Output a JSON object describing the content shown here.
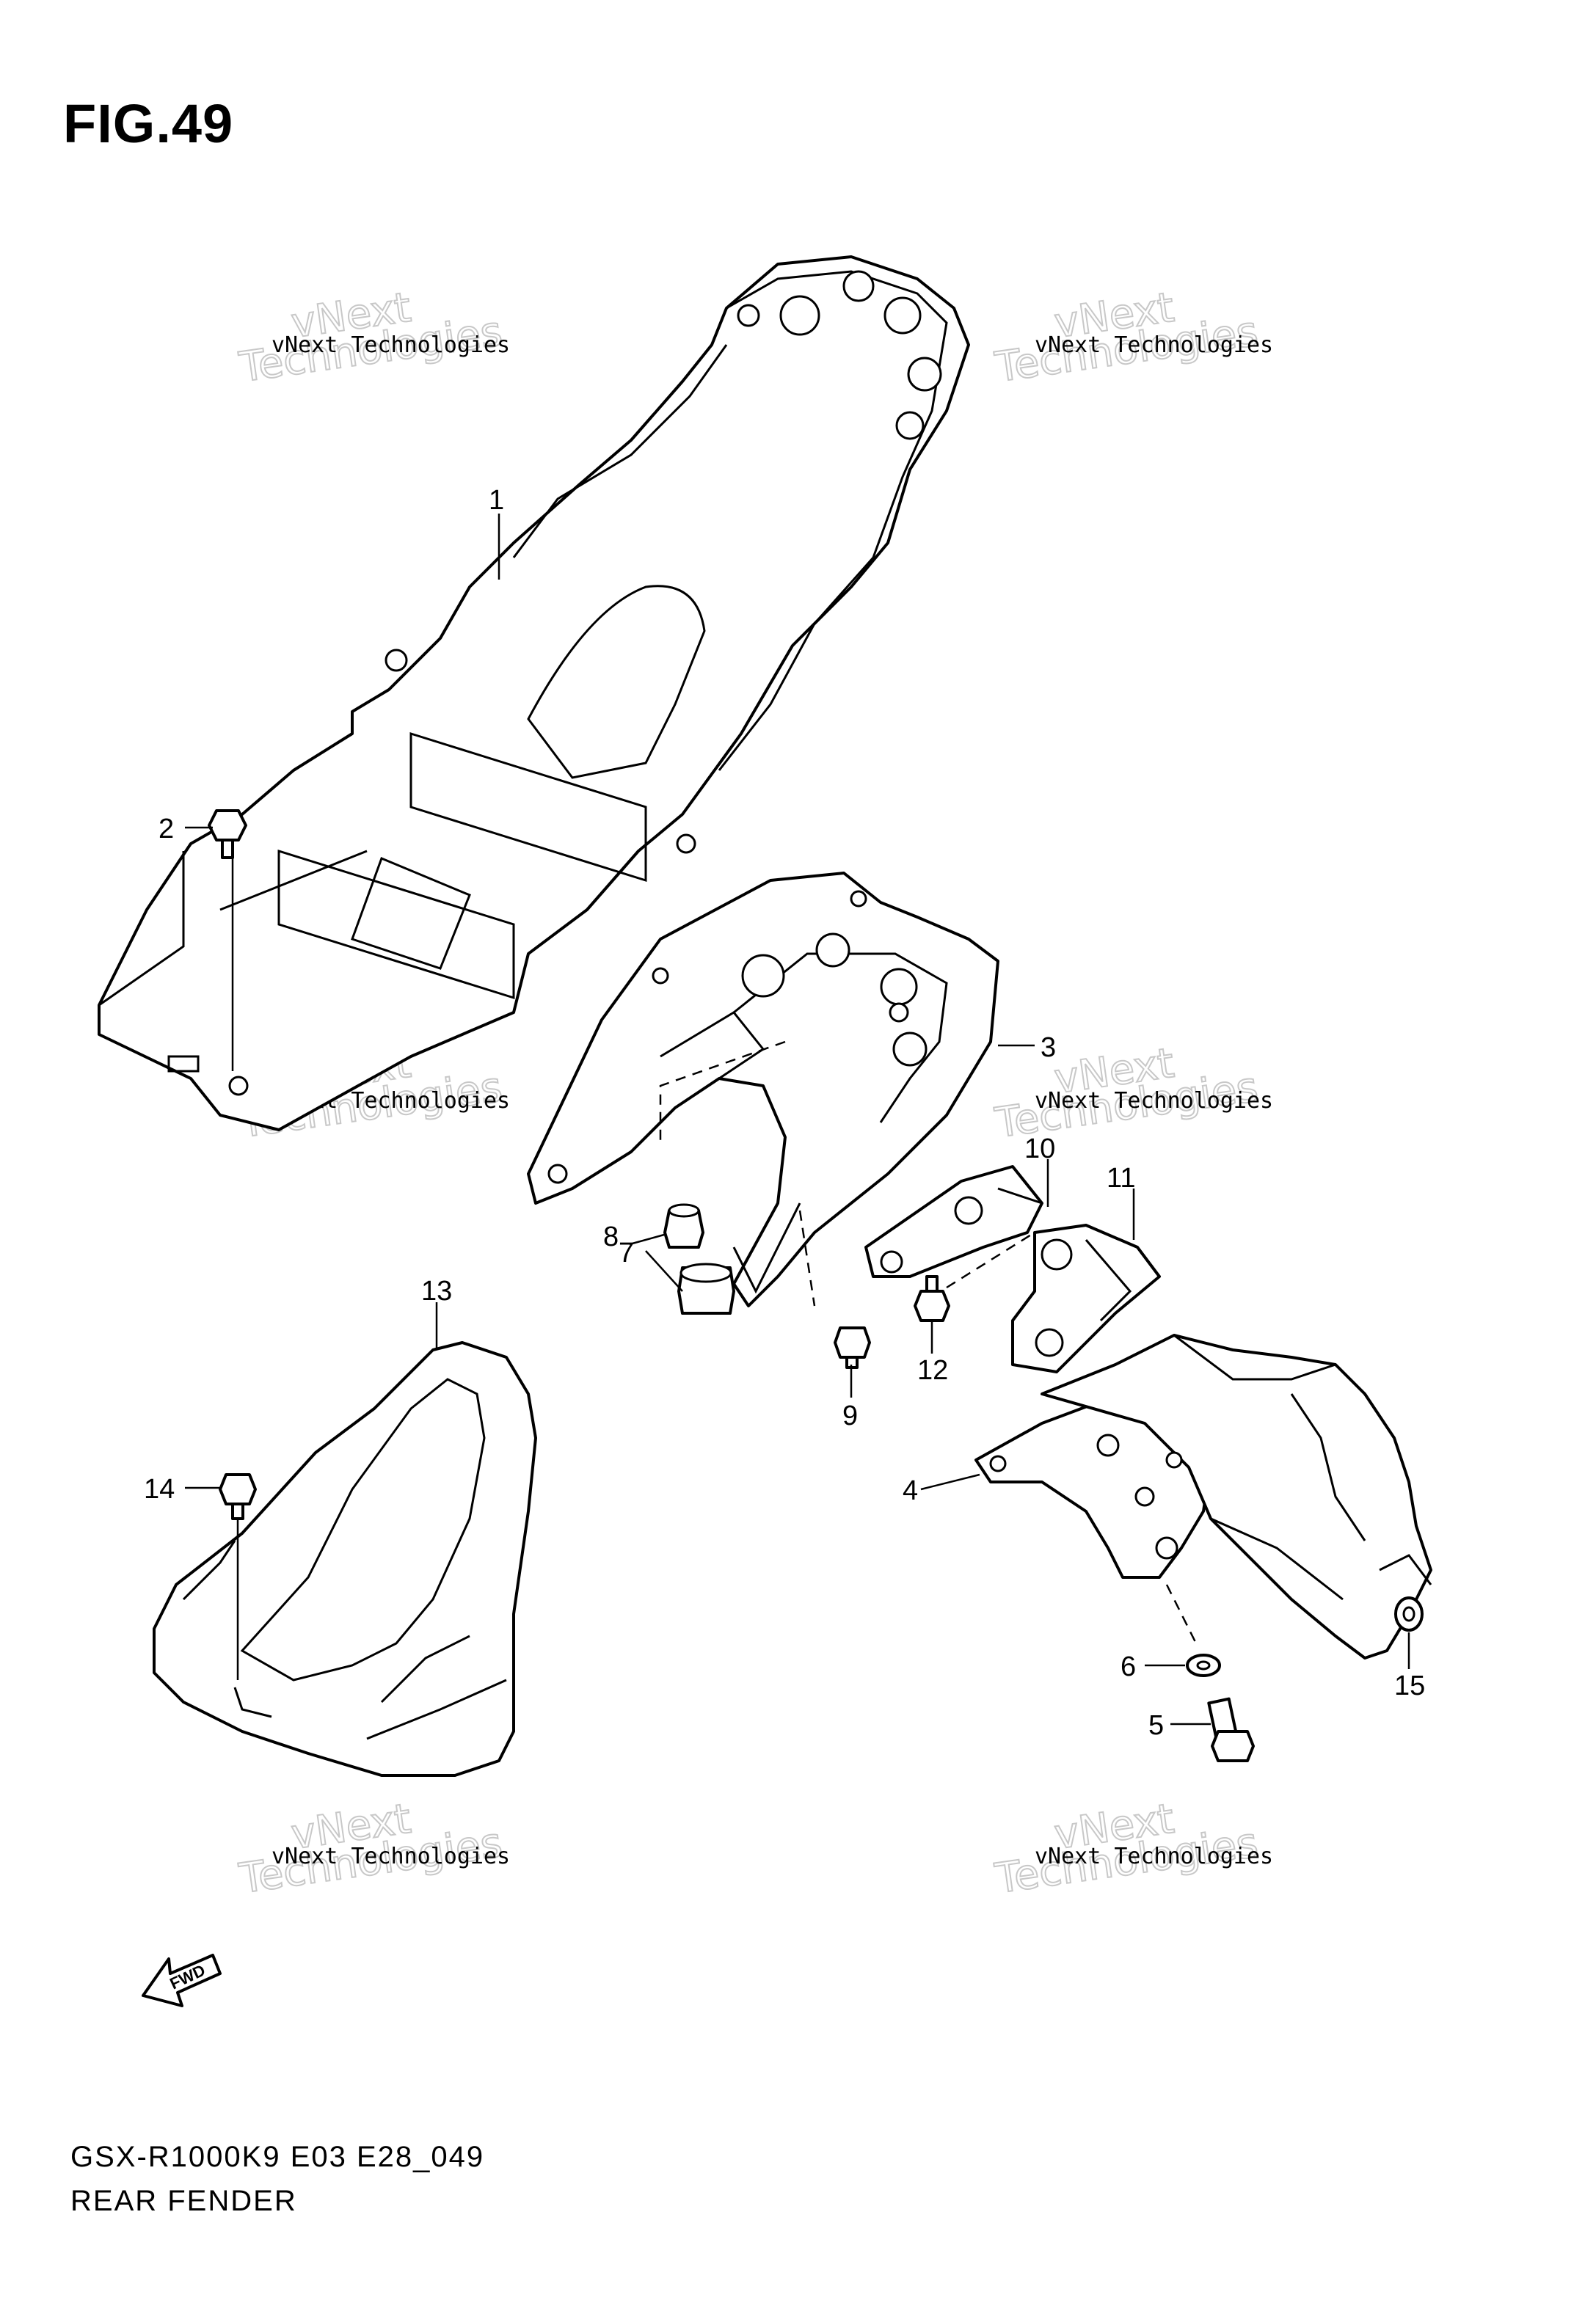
{
  "figure": {
    "title": "FIG.49"
  },
  "footer": {
    "model_code": "GSX-R1000K9 E03 E28_049",
    "section_name": "REAR FENDER"
  },
  "fwd_badge": {
    "label": "FWD"
  },
  "watermark": {
    "line1": "vNext Technologies",
    "line2": "vNext",
    "line3": "Technologies"
  },
  "callouts": [
    {
      "id": "1",
      "label": "1"
    },
    {
      "id": "2",
      "label": "2"
    },
    {
      "id": "3",
      "label": "3"
    },
    {
      "id": "4",
      "label": "4"
    },
    {
      "id": "5",
      "label": "5"
    },
    {
      "id": "6",
      "label": "6"
    },
    {
      "id": "7",
      "label": "7"
    },
    {
      "id": "8",
      "label": "8"
    },
    {
      "id": "9",
      "label": "9"
    },
    {
      "id": "10",
      "label": "10"
    },
    {
      "id": "11",
      "label": "11"
    },
    {
      "id": "12",
      "label": "12"
    },
    {
      "id": "13",
      "label": "13"
    },
    {
      "id": "14",
      "label": "14"
    },
    {
      "id": "15",
      "label": "15"
    }
  ]
}
